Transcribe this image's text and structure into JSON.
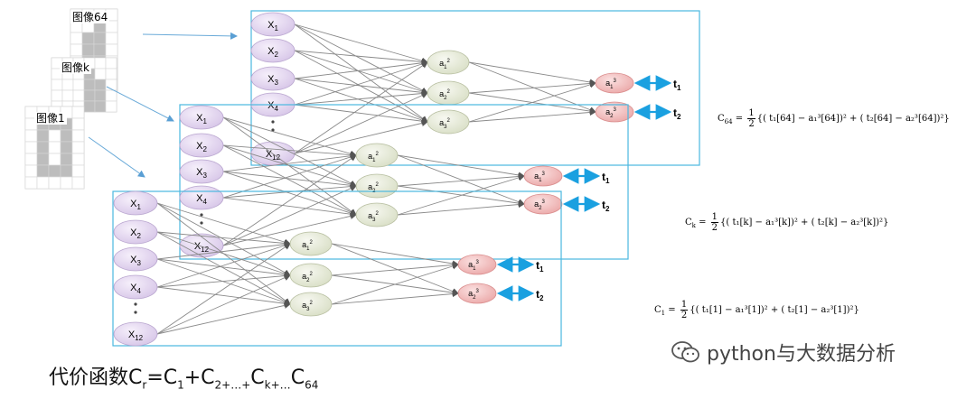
{
  "images": [
    {
      "label": "图像64"
    },
    {
      "label": "图像k"
    },
    {
      "label": "图像1"
    }
  ],
  "networks": [
    {
      "inputs": [
        "X1",
        "X2",
        "X3",
        "X4",
        "X12"
      ],
      "hidden": [
        "a12",
        "a22",
        "a32"
      ],
      "outputs": [
        "a13",
        "a23"
      ],
      "targets": [
        "t1",
        "t2"
      ]
    },
    {
      "inputs": [
        "X1",
        "X2",
        "X3",
        "X4",
        "X12"
      ],
      "hidden": [
        "a12",
        "a22",
        "a32"
      ],
      "outputs": [
        "a13",
        "a23"
      ],
      "targets": [
        "t1",
        "t2"
      ]
    },
    {
      "inputs": [
        "X1",
        "X2",
        "X3",
        "X4",
        "X12"
      ],
      "hidden": [
        "a12",
        "a22",
        "a32"
      ],
      "outputs": [
        "a13",
        "a23"
      ],
      "targets": [
        "t1",
        "t2"
      ]
    }
  ],
  "formulas": {
    "c64": {
      "lhs": "C",
      "lhs_sub": "64",
      "num": "1",
      "den": "2",
      "body": "{( t₁[64] − a₁³[64])² + ( t₂[64] − a₂³[64])²}"
    },
    "ck": {
      "lhs": "C",
      "lhs_sub": "k",
      "num": "1",
      "den": "2",
      "body": "{( t₁[k] − a₁³[k])² + ( t₂[k] − a₂³[k])²}"
    },
    "c1": {
      "lhs": "C",
      "lhs_sub": "1",
      "num": "1",
      "den": "2",
      "body": "{( t₁[1] − a₁³[1])² + ( t₂[1] − a₂³[1])²}"
    }
  },
  "cost_title": {
    "prefix": "代价函数C",
    "sub_r": "r",
    "eq": "=C",
    "sub_1": "1",
    "plus1": "+C",
    "sub_2": "2+…+",
    "ck": "C",
    "sub_k": "k+…",
    "c64": "C",
    "sub_64": "64"
  },
  "watermark": {
    "text": "python与大数据分析",
    "icon": "wechat-icon"
  },
  "colors": {
    "input_fill": "#e4d8ef",
    "hidden_fill": "#e6ead7",
    "output_fill": "#f3c3c3",
    "frame": "#4ab8e0",
    "arrow_blue": "#1aa0e0",
    "edge": "#8a8a8a"
  }
}
